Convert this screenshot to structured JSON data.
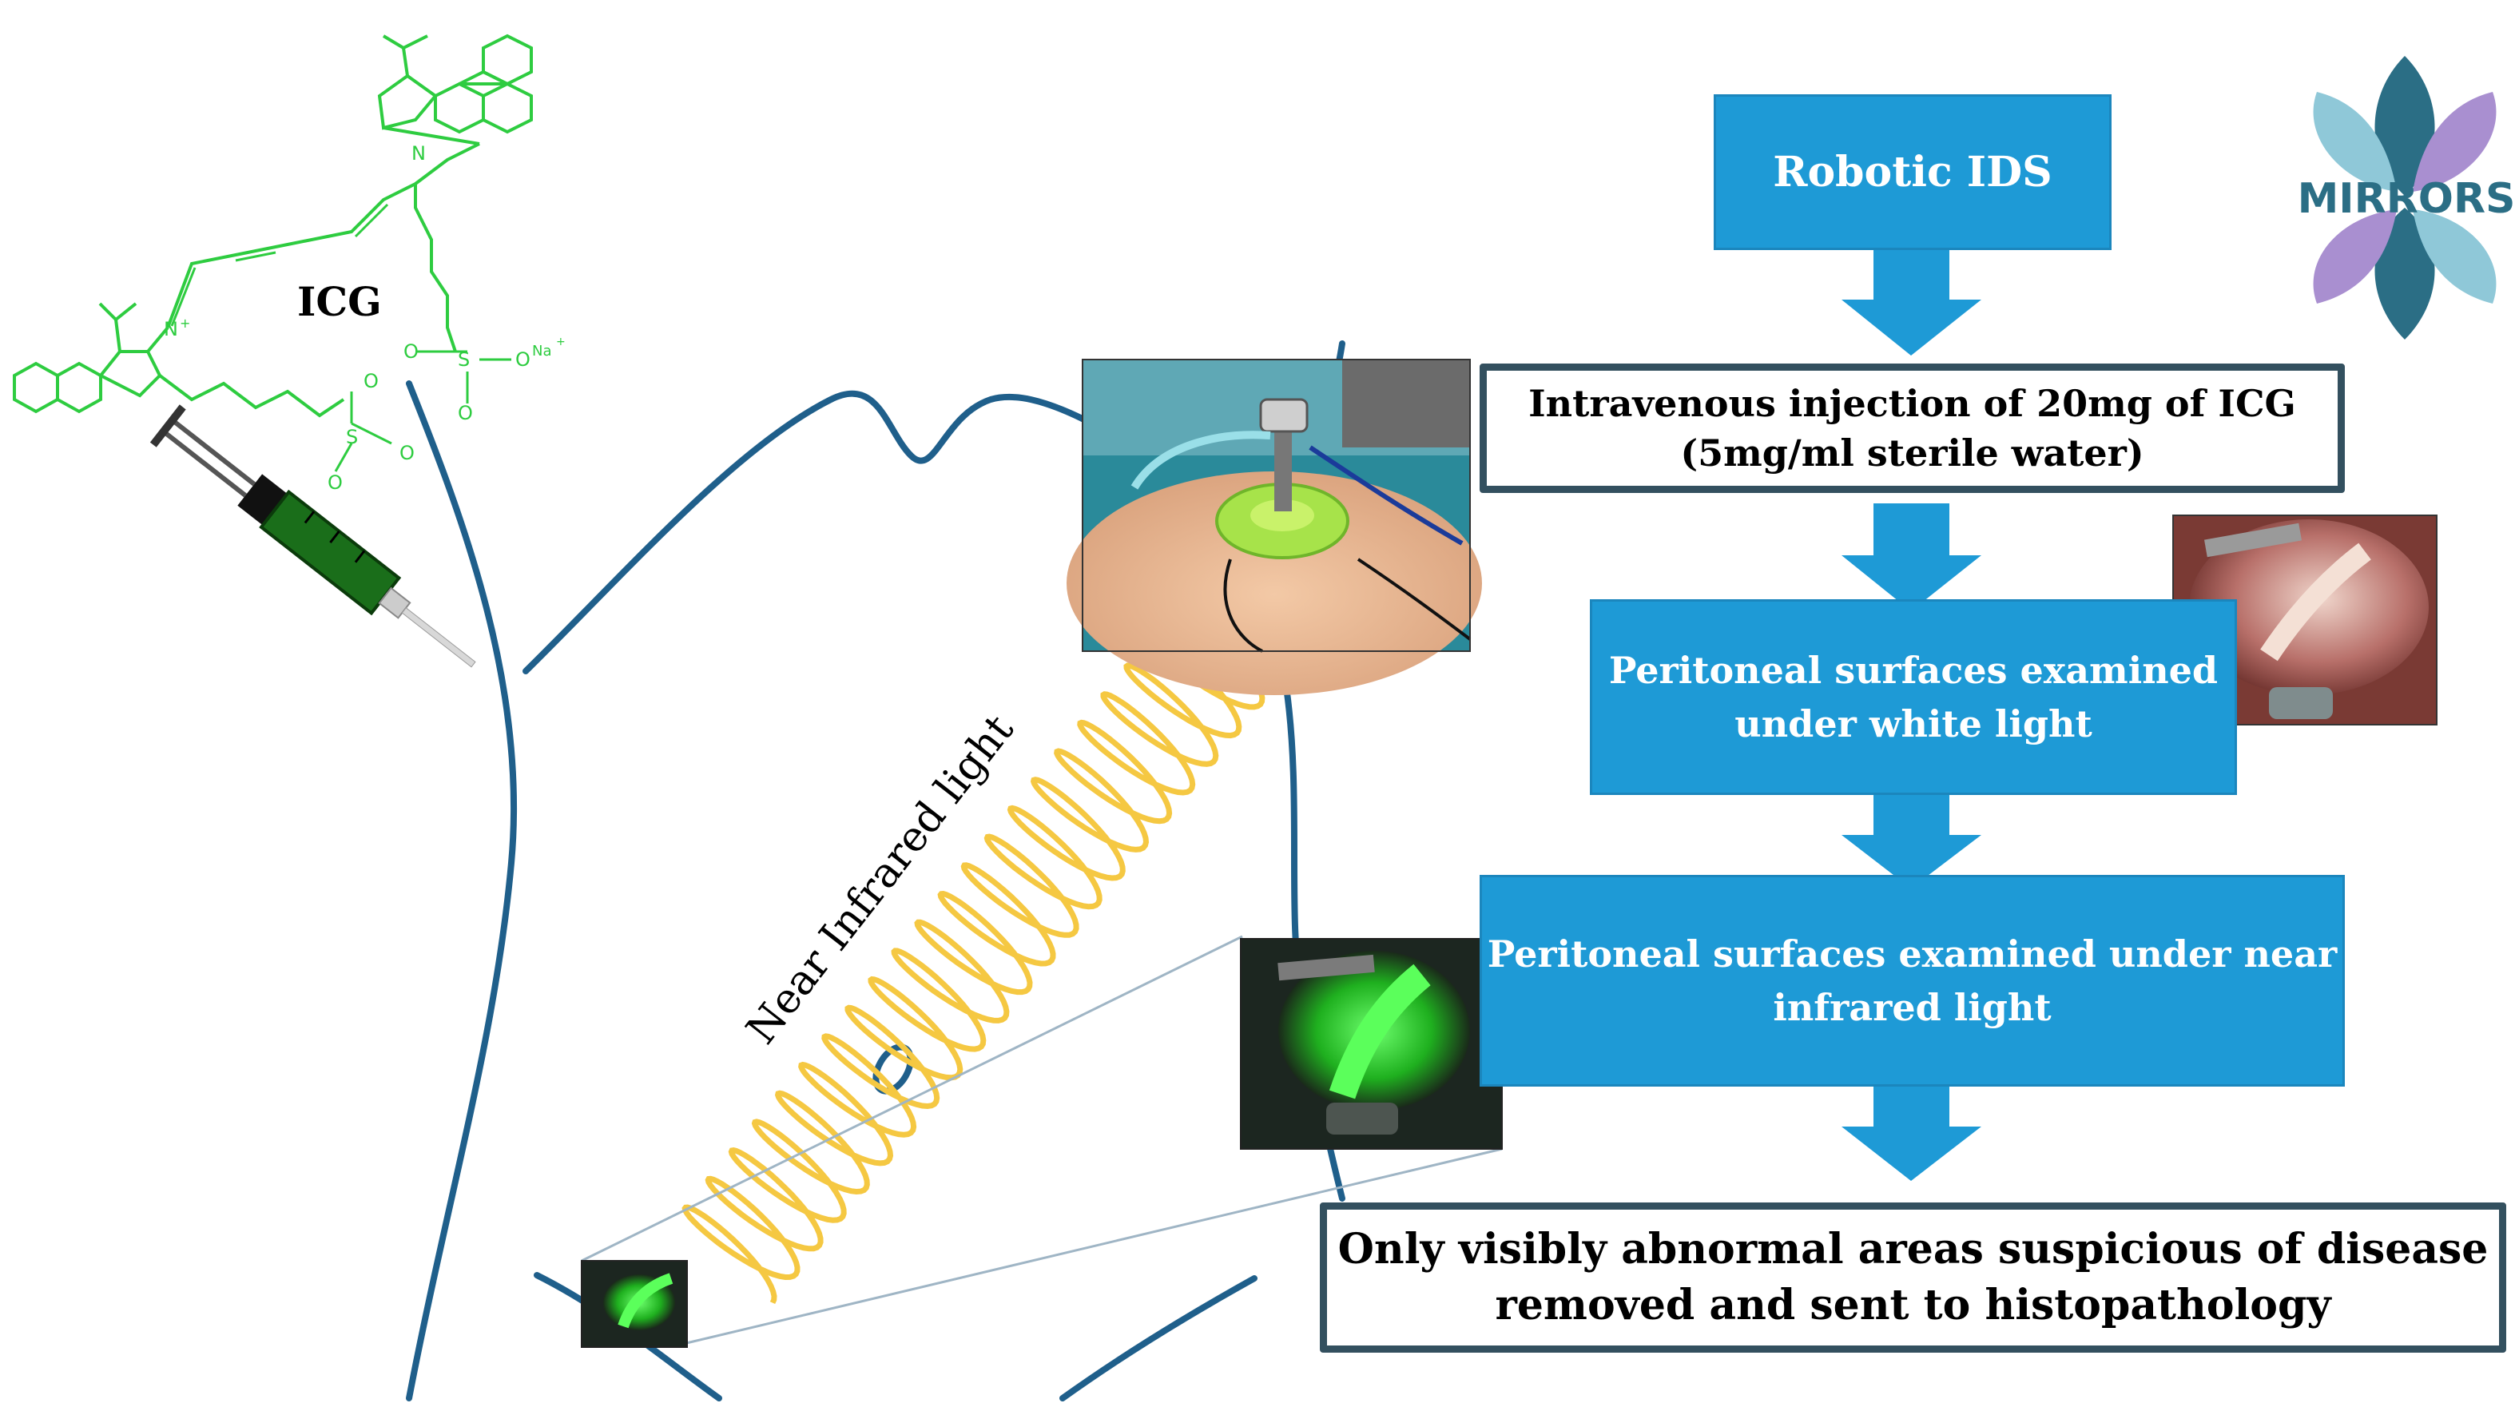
{
  "molecule": {
    "label": "ICG",
    "atoms": {
      "n_left": "N",
      "n_left_charge": "+",
      "n_right": "N",
      "s_left": "S",
      "s_right": "S",
      "o_labels": [
        "O",
        "O",
        "O",
        "O",
        "O"
      ],
      "ona": "O",
      "na": "Na",
      "na_charge": "+"
    }
  },
  "annotations": {
    "light_label": "Near Infrared light"
  },
  "logo": {
    "text": "MIRRORS"
  },
  "flow": {
    "step1": "Robotic IDS",
    "step2_line1": "Intravenous injection of 20mg of ICG",
    "step2_line2": "(5mg/ml sterile water)",
    "step3_line1": "Peritoneal surfaces examined",
    "step3_line2": "under white light",
    "step4_line1": "Peritoneal surfaces examined under near",
    "step4_line2": "infrared light",
    "step5_line1": "Only visibly abnormal areas suspicious of disease",
    "step5_line2": "removed and sent to histopathology"
  },
  "colors": {
    "flow_blue": "#1e9ad6",
    "box_border": "#33505f",
    "body_outline": "#1f5f8b",
    "wave": "#f5c842",
    "molecule": "#2ecc40",
    "logo_teal": "#2b6e85",
    "logo_light": "#8fc8d8",
    "logo_purple": "#a98fd0"
  },
  "icons": [
    "syringe-icon",
    "arrow-down-icon",
    "surgical-photo",
    "laparoscopic-image",
    "mirrors-logo"
  ]
}
